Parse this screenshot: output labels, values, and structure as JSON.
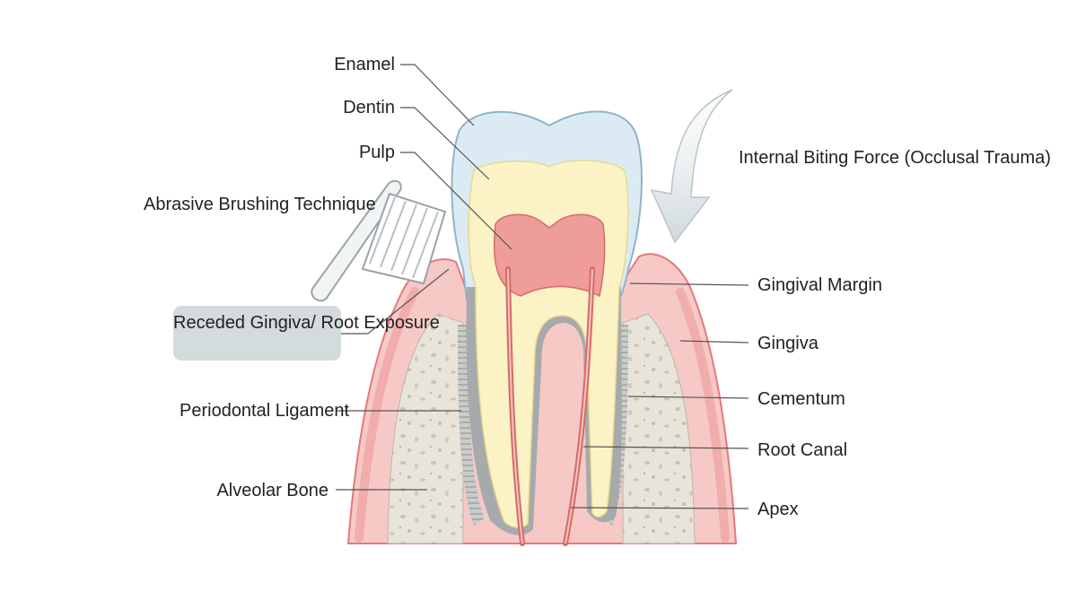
{
  "labels": {
    "enamel": "Enamel",
    "dentin": "Dentin",
    "pulp": "Pulp",
    "abrasive_line1": "Abrasive Brushing",
    "abrasive_line2": "Technique",
    "receded_line1": "Receded Gingiva/",
    "receded_line2": "Root Exposure",
    "periodontal_line1": "Periodontal",
    "periodontal_line2": "Ligament",
    "alveolar_bone": "Alveolar Bone",
    "biting_line1": "Internal Biting Force",
    "biting_line2": "(Occlusal Trauma)",
    "gingival_margin": "Gingival Margin",
    "gingiva": "Gingiva",
    "cementum": "Cementum",
    "root_canal": "Root Canal",
    "apex": "Apex"
  },
  "colors": {
    "gum": "#f6c9c6",
    "gum_edge": "#e5787a",
    "bone": "#e8e4da",
    "enamel": "#dcebf3",
    "dentin": "#fbf3c6",
    "pulp": "#ef9d9a",
    "cementum": "#a6aaac",
    "leader_line": "#555555",
    "callout_box": "#d3dbdd",
    "force_arrow": "#d4dcdf"
  },
  "icons": [
    "toothbrush-icon",
    "force-arrow-icon"
  ]
}
